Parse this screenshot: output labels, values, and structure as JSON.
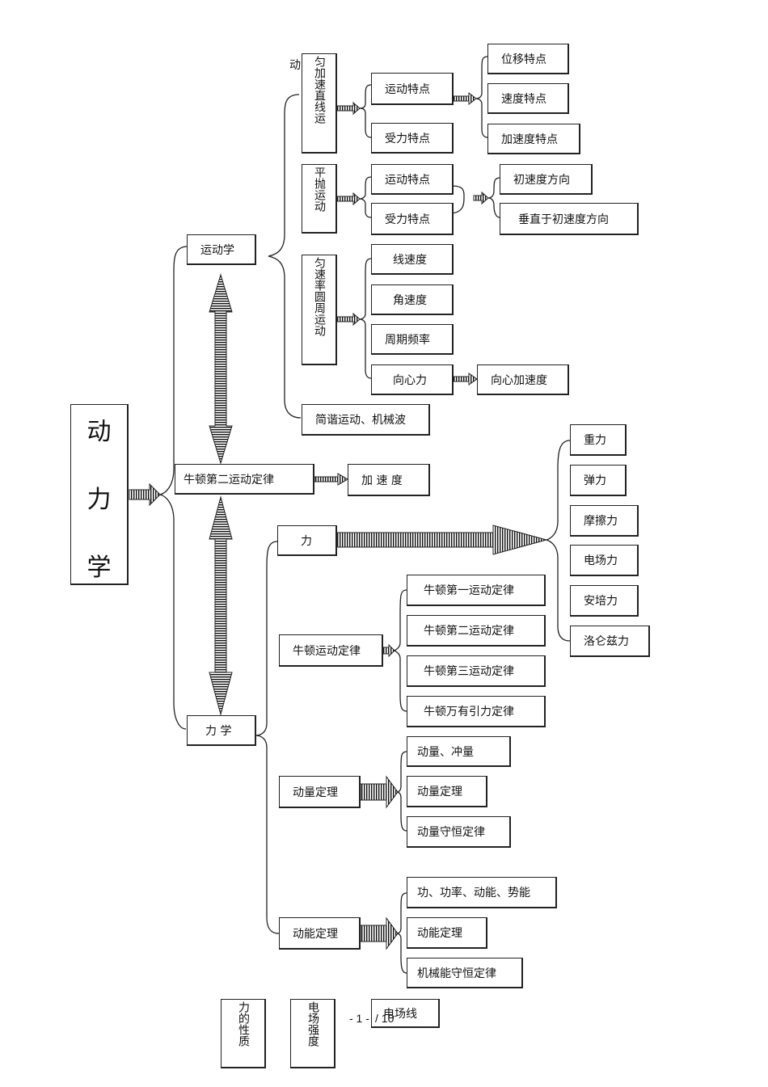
{
  "title_chars": [
    "动",
    "力",
    "学"
  ],
  "kinematics": {
    "label": "运动学",
    "uniform_accel": {
      "stray_char": "动",
      "label": "匀加速直线运",
      "motion": "运动特点",
      "force": "受力特点",
      "props": [
        "位移特点",
        "速度特点",
        "加速度特点"
      ]
    },
    "projectile": {
      "label": "平抛运动",
      "motion": "运动特点",
      "force": "受力特点",
      "props": [
        "初速度方向",
        "垂直于初速度方向"
      ]
    },
    "circular": {
      "label": "匀速率圆周运动",
      "items": [
        "线速度",
        "角速度",
        "周期频率",
        "向心力"
      ],
      "centripetal_accel": "向心加速度"
    },
    "shm": "简谐运动、机械波"
  },
  "newton_second": {
    "label": "牛顿第二运动定律",
    "result": "加  速  度"
  },
  "mechanics": {
    "label": "力  学",
    "force": {
      "label": "力",
      "types": [
        "重力",
        "弹力",
        "摩擦力",
        "电场力",
        "安培力",
        "洛仑兹力"
      ]
    },
    "newton_laws": {
      "label": "牛顿运动定律",
      "items": [
        "牛顿第一运动定律",
        "牛顿第二运动定律",
        "牛顿第三运动定律",
        "牛顿万有引力定律"
      ]
    },
    "momentum": {
      "label": "动量定理",
      "items": [
        "动量、冲量",
        "动量定理",
        "动量守恒定律"
      ]
    },
    "energy": {
      "label": "动能定理",
      "items": [
        "功、功率、动能、势能",
        "动能定理",
        "机械能守恒定律"
      ]
    }
  },
  "bottom": {
    "force_nature": "力的性质",
    "field_strength": "电场强度",
    "field_line": "电场线"
  },
  "page_number": "- 1 -",
  "page_total": "/ 10"
}
